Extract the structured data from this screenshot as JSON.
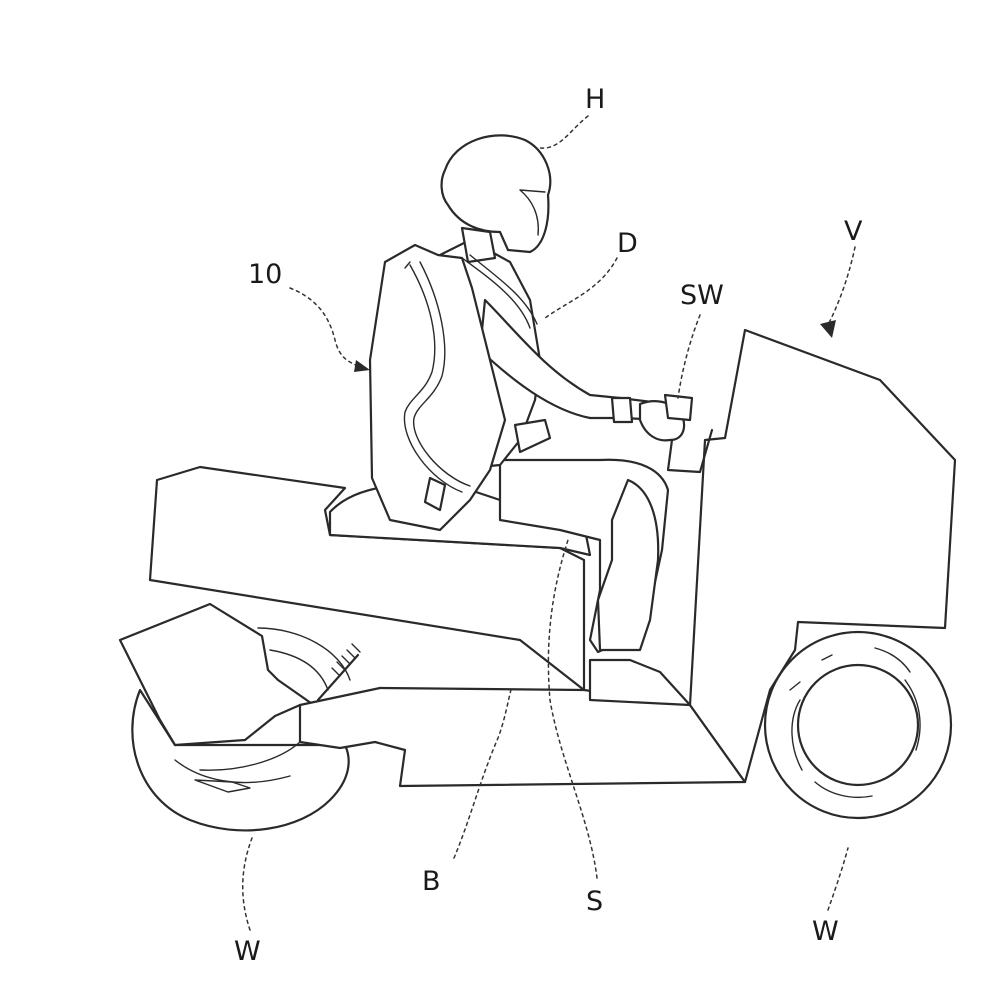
{
  "figure": {
    "labels": {
      "helmet": "H",
      "device": "D",
      "airbag": "10",
      "vehicle": "V",
      "switch": "SW",
      "body": "B",
      "seat": "S",
      "rear_wheel": "W",
      "front_wheel": "W"
    }
  }
}
